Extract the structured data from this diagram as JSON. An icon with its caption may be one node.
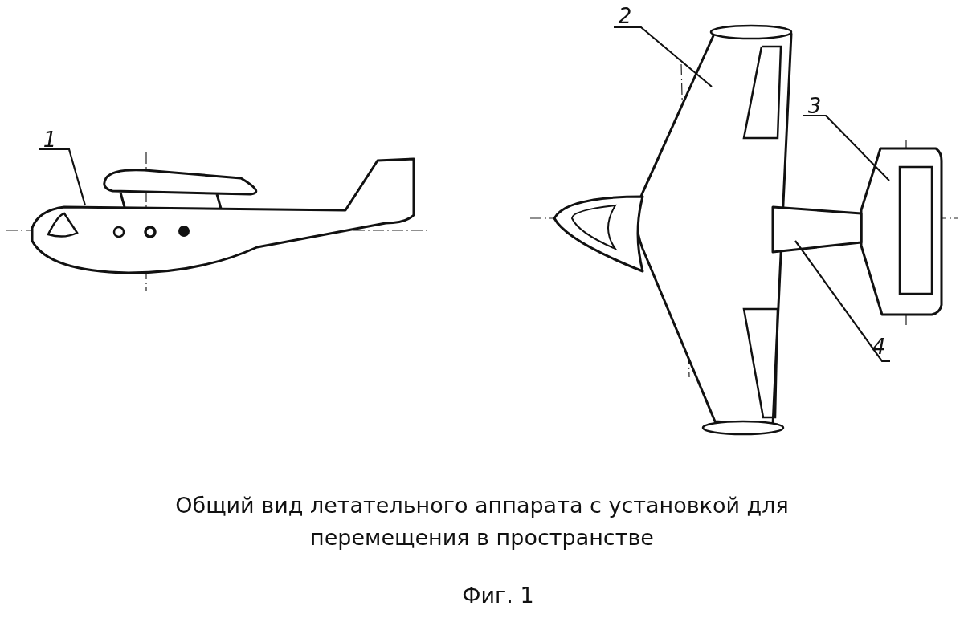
{
  "diagram": {
    "title": "Общий вид летательного аппарата с установкой для перемещения в пространстве",
    "caption": "Фиг. 1",
    "nodes": [
      {
        "text": [
          "1"
        ]
      },
      {
        "text": [],
        "shape": "picture"
      },
      {
        "text": [
          "2"
        ]
      },
      {
        "text": [],
        "shape": "picture"
      },
      {
        "text": [
          "3"
        ]
      },
      {
        "text": [],
        "shape": "picture"
      },
      {
        "text": [
          "4"
        ]
      },
      {
        "text": [],
        "shape": "box"
      }
    ],
    "edges": [
      {
        "from": 0,
        "to": 1,
        "arrow": "none"
      },
      {
        "from": 2,
        "to": 3,
        "arrow": "none"
      },
      {
        "from": 4,
        "to": 5,
        "arrow": "none"
      },
      {
        "from": 6,
        "to": 7,
        "arrow": "none"
      }
    ]
  }
}
